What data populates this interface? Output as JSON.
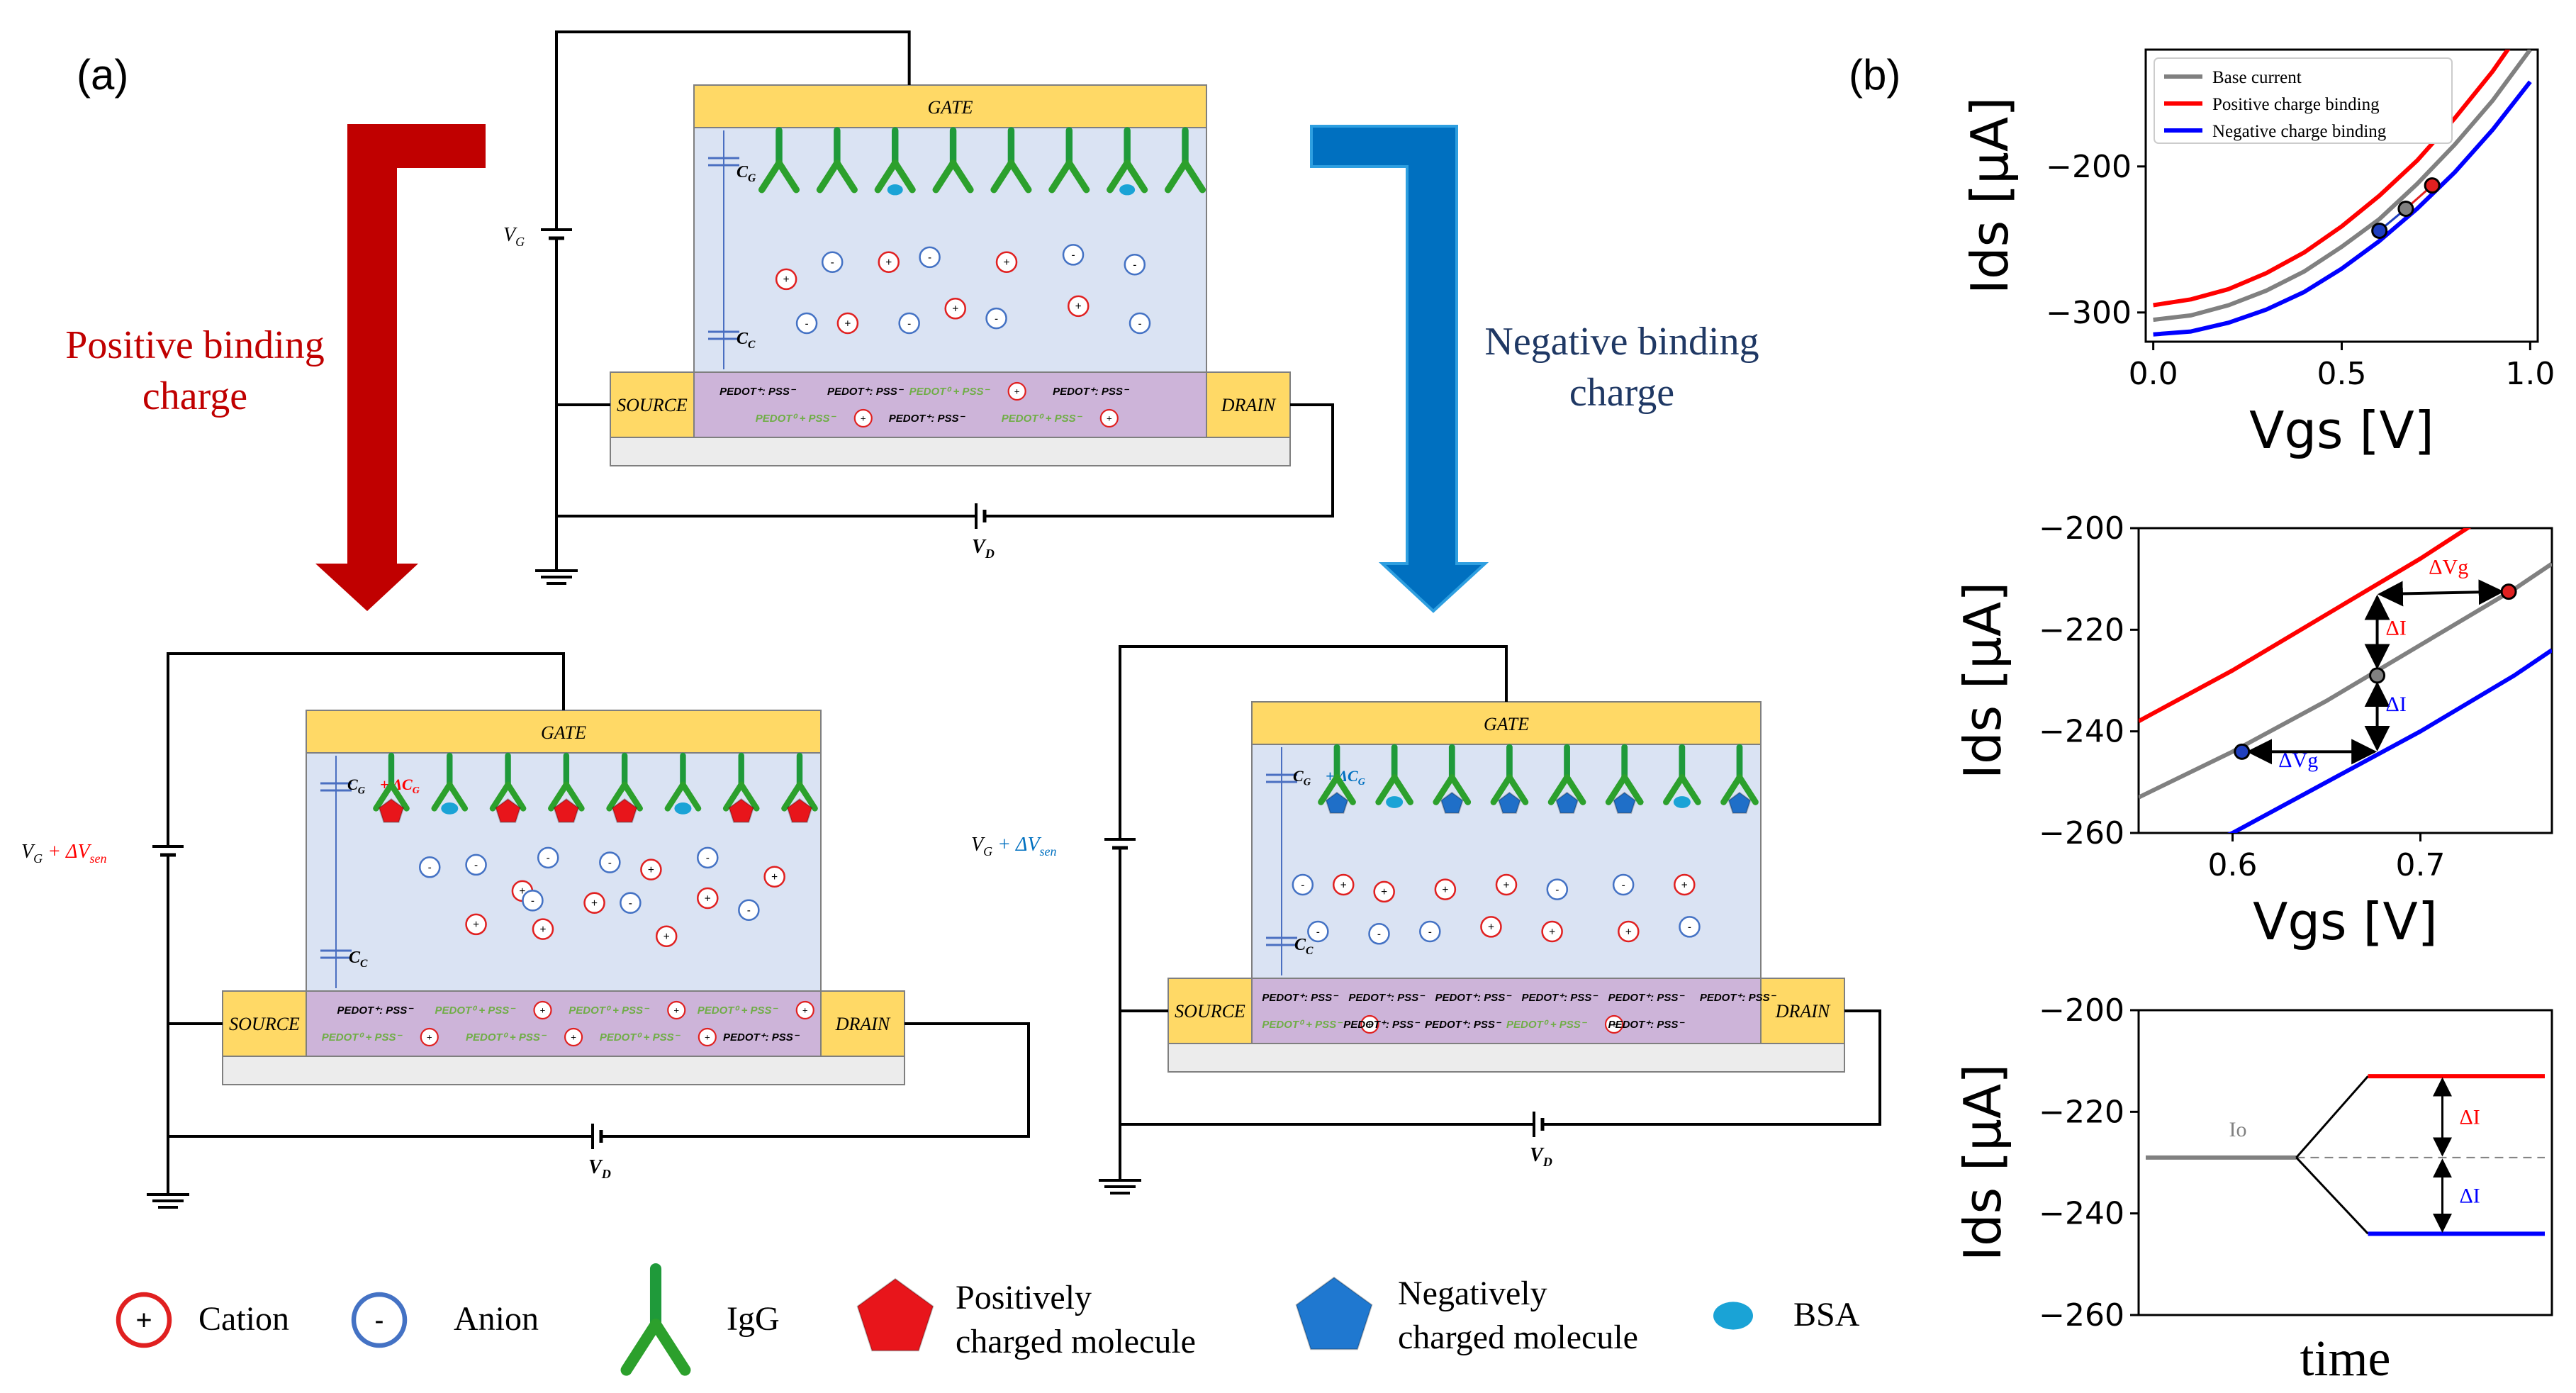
{
  "panels": {
    "a": "(a)",
    "b": "(b)"
  },
  "arrows": {
    "positive_label": [
      "Positive binding",
      "charge"
    ],
    "negative_label": [
      "Negative binding",
      "charge"
    ],
    "positive_color": "#c00000",
    "negative_color": "#0070c0"
  },
  "device": {
    "gate": "GATE",
    "source": "SOURCE",
    "drain": "DRAIN",
    "cg": "C",
    "cg_sub": "G",
    "cc": "C",
    "cc_sub": "C",
    "delta_cg": "+ ΔC",
    "delta_cg_sub": "G",
    "vg": "V",
    "vg_sub": "G",
    "vd": "V",
    "vd_sub": "D",
    "delta_vsen": "+ ΔV",
    "delta_vsen_sub": "sen",
    "pedot_pss": "PEDOT⁺: PSS⁻",
    "pedot0": "PEDOT⁰ + PSS⁻"
  },
  "legend": {
    "cation": "Cation",
    "anion": "Anion",
    "igg": "IgG",
    "positive_molecule": [
      "Positively",
      "charged molecule"
    ],
    "negative_molecule": [
      "Negatively",
      "charged molecule"
    ],
    "bsa": "BSA"
  },
  "colors": {
    "gate": "#ffd966",
    "electrolyte": "#dae3f3",
    "channel": "#cdb4d9",
    "substrate": "#ececec",
    "cation": "#e02020",
    "anion": "#4472c4",
    "igg": "#2ca02c",
    "pedot0_text": "#70ad47"
  },
  "chart_data": [
    {
      "type": "line",
      "xlabel": "Vgs [V]",
      "ylabel": "Ids [μA]",
      "xlim": [
        -0.02,
        1.02
      ],
      "ylim": [
        -320,
        -120
      ],
      "xticks": [
        "0.0",
        "0.5",
        "1.0"
      ],
      "yticks": [
        "-200",
        "-300"
      ],
      "legend_position": "top-left",
      "series": [
        {
          "name": "Base current",
          "color": "#808080",
          "x": [
            0,
            0.1,
            0.2,
            0.3,
            0.4,
            0.5,
            0.6,
            0.7,
            0.8,
            0.9,
            1.0
          ],
          "y": [
            -305,
            -302,
            -295,
            -285,
            -272,
            -255,
            -236,
            -212,
            -185,
            -155,
            -120
          ]
        },
        {
          "name": "Positive charge binding",
          "color": "#ff0000",
          "x": [
            0,
            0.1,
            0.2,
            0.3,
            0.4,
            0.5,
            0.6,
            0.7,
            0.8,
            0.9,
            1.0
          ],
          "y": [
            -295,
            -291,
            -284,
            -273,
            -259,
            -241,
            -220,
            -196,
            -167,
            -135,
            -98
          ]
        },
        {
          "name": "Negative charge binding",
          "color": "#0000ff",
          "x": [
            0,
            0.1,
            0.2,
            0.3,
            0.4,
            0.5,
            0.6,
            0.7,
            0.8,
            0.9,
            1.0
          ],
          "y": [
            -315,
            -313,
            -307,
            -298,
            -286,
            -270,
            -251,
            -229,
            -204,
            -175,
            -142
          ]
        }
      ],
      "points": [
        {
          "x": 0.6,
          "y": -244,
          "color": "#1f3fbf"
        },
        {
          "x": 0.67,
          "y": -229,
          "color": "#808080"
        },
        {
          "x": 0.74,
          "y": -213,
          "color": "#e02020"
        }
      ]
    },
    {
      "type": "line",
      "xlabel": "Vgs [V]",
      "ylabel": "Ids [μA]",
      "xlim": [
        0.55,
        0.77
      ],
      "ylim": [
        -260,
        -200
      ],
      "xticks": [
        "0.6",
        "0.7"
      ],
      "yticks": [
        "-200",
        "-220",
        "-240",
        "-260"
      ],
      "series": [
        {
          "name": "Positive charge binding",
          "color": "#ff0000",
          "x": [
            0.55,
            0.6,
            0.65,
            0.7,
            0.75,
            0.77
          ],
          "y": [
            -238,
            -228,
            -217,
            -206,
            -194,
            -189
          ]
        },
        {
          "name": "Base current",
          "color": "#808080",
          "x": [
            0.55,
            0.6,
            0.65,
            0.7,
            0.75,
            0.77
          ],
          "y": [
            -253,
            -244,
            -234,
            -223,
            -212,
            -207
          ]
        },
        {
          "name": "Negative charge binding",
          "color": "#0000ff",
          "x": [
            0.55,
            0.6,
            0.65,
            0.7,
            0.75,
            0.77
          ],
          "y": [
            -268,
            -260,
            -250,
            -240,
            -229,
            -224
          ]
        }
      ],
      "points": [
        {
          "x": 0.605,
          "y": -244,
          "color": "#1f3fbf"
        },
        {
          "x": 0.677,
          "y": -229,
          "color": "#808080"
        },
        {
          "x": 0.747,
          "y": -212.5,
          "color": "#e02020"
        }
      ],
      "annotations": [
        {
          "text": "ΔVg",
          "color": "#ff0000"
        },
        {
          "text": "ΔI",
          "color": "#ff0000"
        },
        {
          "text": "ΔI",
          "color": "#0000ff"
        },
        {
          "text": "ΔVg",
          "color": "#0000ff"
        }
      ]
    },
    {
      "type": "line",
      "xlabel": "time",
      "ylabel": "Ids [μA]",
      "ylim": [
        -260,
        -200
      ],
      "yticks": [
        "-200",
        "-220",
        "-240",
        "-260"
      ],
      "baseline": {
        "label": "Io",
        "value": -229
      },
      "series": [
        {
          "name": "Positive charge binding",
          "color": "#ff0000",
          "value": -213
        },
        {
          "name": "Negative charge binding",
          "color": "#0000ff",
          "value": -244
        }
      ],
      "annotations": [
        {
          "text": "ΔI",
          "color": "#ff0000"
        },
        {
          "text": "ΔI",
          "color": "#0000ff"
        }
      ]
    }
  ]
}
